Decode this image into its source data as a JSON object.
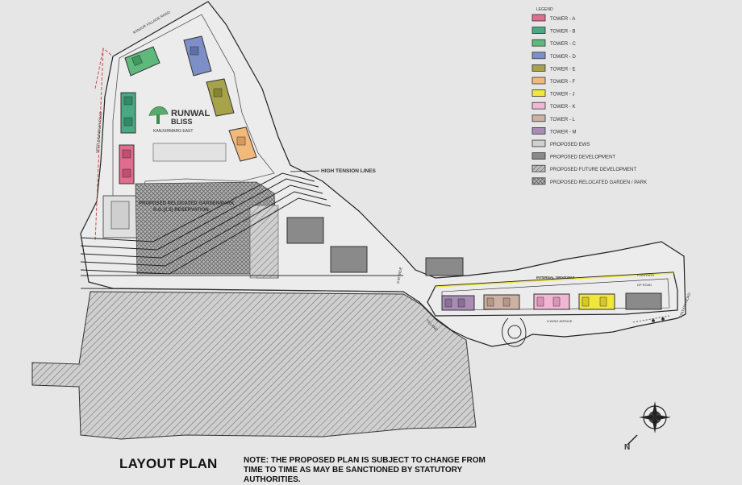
{
  "title": "LAYOUT PLAN",
  "note": "NOTE: THE PROPOSED PLAN IS SUBJECT TO CHANGE FROM TIME TO TIME AS MAY BE SANCTIONED BY STATUTORY AUTHORITIES.",
  "logo": {
    "brand": "RUNWAL",
    "name": "BLISS",
    "tag": "KANJURMARG EAST"
  },
  "legend": {
    "heading": "LEGEND",
    "items": [
      {
        "label": "TOWER - A",
        "color": "#e06c8e",
        "pattern": "solid"
      },
      {
        "label": "TOWER - B",
        "color": "#4aa882",
        "pattern": "solid"
      },
      {
        "label": "TOWER - C",
        "color": "#5fb87c",
        "pattern": "solid"
      },
      {
        "label": "TOWER - D",
        "color": "#7d8fc6",
        "pattern": "solid"
      },
      {
        "label": "TOWER - E",
        "color": "#a6a34a",
        "pattern": "solid"
      },
      {
        "label": "TOWER - F",
        "color": "#f2b97a",
        "pattern": "solid"
      },
      {
        "label": "TOWER - J",
        "color": "#f0e63c",
        "pattern": "solid"
      },
      {
        "label": "TOWER - K",
        "color": "#f1b6d2",
        "pattern": "solid"
      },
      {
        "label": "TOWER - L",
        "color": "#cdb2a4",
        "pattern": "solid"
      },
      {
        "label": "TOWER - M",
        "color": "#a88cb4",
        "pattern": "solid"
      },
      {
        "label": "PROPOSED EWS",
        "color": "#cfcfcf",
        "pattern": "solid"
      },
      {
        "label": "PROPOSED DEVELOPMENT",
        "color": "#8a8a8a",
        "pattern": "solid"
      },
      {
        "label": "PROPOSED FUTURE DEVELOPMENT",
        "color": "#cccccc",
        "pattern": "hatch"
      },
      {
        "label": "PROPOSED RELOCATED GARDEN / PARK",
        "color": "#aaaaaa",
        "pattern": "cross"
      }
    ]
  },
  "annotations": {
    "high_tension": "HIGH TENSION LINES",
    "garden": "PROPOSED RELOCATED GARDEN/PARK",
    "garden_sub": "R.G.(1.5) RESERVATION",
    "internal_driveway": "INTERNAL DRIVEWAY",
    "road_top": "KANJUR VILLAGE ROAD",
    "road_left": "VEER SAVARKAR ROAD",
    "road_right": "STATION ROAD",
    "road_mid": "9 M WIDE",
    "road_mid2": "TILLAND",
    "road_small1": "FOOTPATH",
    "road_small2": "DP ROAD",
    "road_small3": "A WING AVENUE"
  }
}
